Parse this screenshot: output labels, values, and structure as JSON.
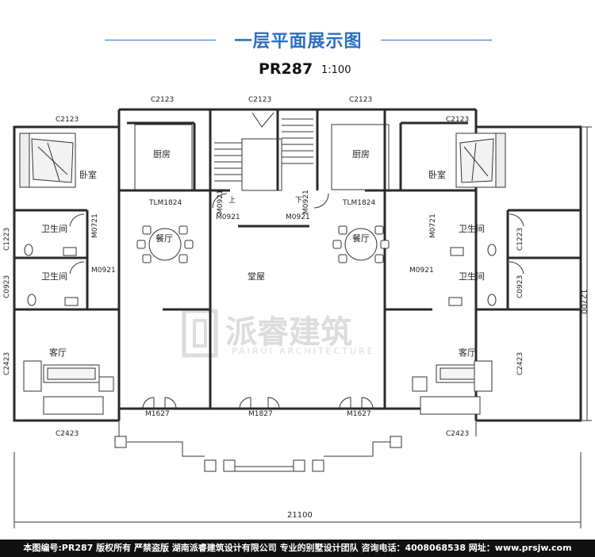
{
  "header": {
    "title": "一层平面展示图",
    "plan_code": "PR287",
    "scale": "1:100"
  },
  "rooms": {
    "bedroom_left": "卧室",
    "bedroom_right": "卧室",
    "kitchen_left": "厨房",
    "kitchen_right": "厨房",
    "dining_left": "餐厅",
    "dining_right": "餐厅",
    "bath_left_1": "卫生间",
    "bath_left_2": "卫生间",
    "bath_right_1": "卫生间",
    "bath_right_2": "卫生间",
    "hall": "堂屋",
    "living_left": "客厅",
    "living_right": "客厅"
  },
  "windows": {
    "top_left_bedroom": "C2123",
    "top_left_kitchen": "C2123",
    "top_stair": "C2123",
    "top_right_kitchen": "C2123",
    "top_right_bedroom": "C2123",
    "left_bath_1": "C1223",
    "left_bath_2": "C0923",
    "left_living": "C2423",
    "right_bath_1": "C1223",
    "right_bath_2": "C0923",
    "right_living": "C2423",
    "bottom_left": "C2423",
    "bottom_right": "C2423"
  },
  "doors": {
    "tlm_left": "TLM1824",
    "tlm_right": "TLM1824",
    "m0921_hall_left": "M0921",
    "m0921_hall_right": "M0921",
    "m0921_stair_left": "M0921",
    "m0921_stair_right": "M0921",
    "m0721_left": "M0721",
    "m0721_right": "M0721",
    "m0921_bath_left": "M0921",
    "m0921_bath_right": "M0921",
    "m1627_left": "M1627",
    "m1827_center": "M1827",
    "m1627_right": "M1627"
  },
  "stair_marks": {
    "up": "上",
    "down": "下"
  },
  "dimensions": {
    "overall_width": "21100",
    "overall_depth": "12700"
  },
  "watermark": {
    "cn": "派睿建筑",
    "en": "PAIRUI ARCHITECTURE"
  },
  "footer": {
    "text": "本图编号:PR287 版权所有 严禁盗版 湖南派睿建筑设计有限公司 专业的别墅设计团队 咨询电话：4008068538 网址：www.prsjw.com"
  },
  "colors": {
    "wall": "#2a2a2a",
    "accent": "#2b6fc0",
    "watermark": "#dcdcdc",
    "footer_bg": "#111111"
  }
}
